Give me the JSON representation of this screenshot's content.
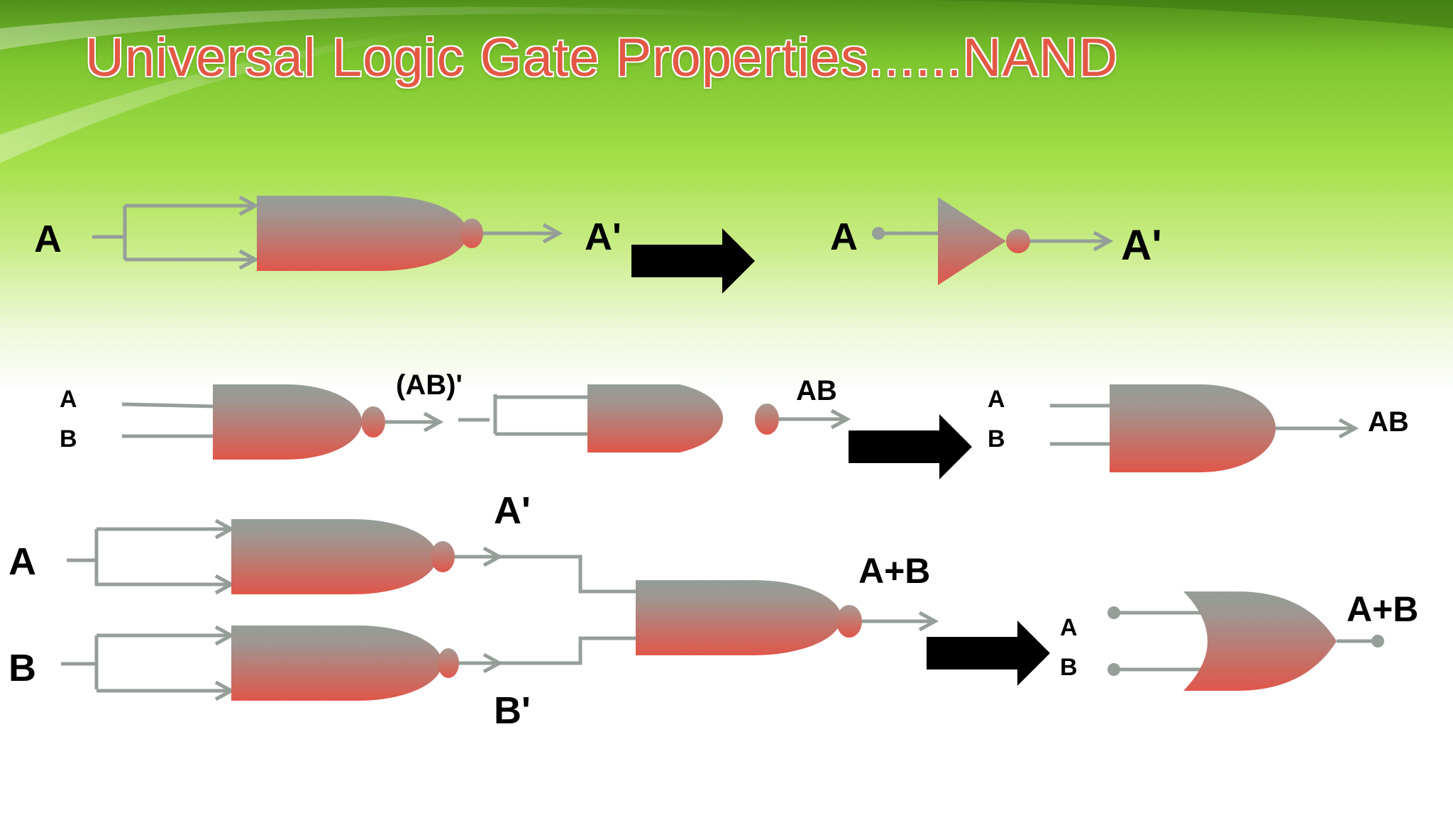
{
  "title": "Universal Logic Gate  Properties......NAND",
  "colors": {
    "title": "#e35845",
    "background_top": "#6ab023",
    "background_mid": "#a6e04a",
    "background_bottom": "#ffffff",
    "gate_top": "#959e98",
    "gate_bottom": "#e0564a",
    "wire": "#959e98",
    "transform_arrow": "#000000"
  },
  "row1": {
    "input": "A",
    "nand_output": "A'",
    "not_input": "A",
    "not_output": "A'"
  },
  "row2": {
    "input_a": "A",
    "input_b": "B",
    "intermediate": "(AB)'",
    "nand_output": "AB",
    "and_input_a": "A",
    "and_input_b": "B",
    "and_output": "AB"
  },
  "row3": {
    "input_a": "A",
    "input_b": "B",
    "a_inverted": "A'",
    "b_inverted": "B'",
    "nand_output": "A+B",
    "or_input_a": "A",
    "or_input_b": "B",
    "or_output": "A+B"
  }
}
